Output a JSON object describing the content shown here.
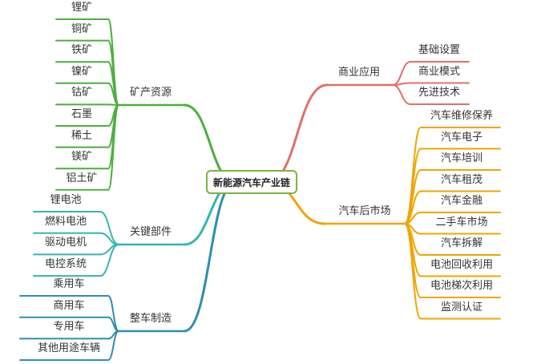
{
  "root": "新能源汽车产业链",
  "branches": [
    {
      "key": "minerals",
      "label": "矿产资源",
      "color": "#4caf3f",
      "items": [
        "锂矿",
        "铜矿",
        "铁矿",
        "镍矿",
        "钴矿",
        "石墨",
        "稀土",
        "镁矿",
        "铝土矿"
      ]
    },
    {
      "key": "components",
      "label": "关键部件",
      "color": "#35b5b0",
      "items": [
        "锂电池",
        "燃料电池",
        "驱动电机",
        "电控系统"
      ]
    },
    {
      "key": "vehicle",
      "label": "整车制造",
      "color": "#2e8fb0",
      "items": [
        "乘用车",
        "商用车",
        "专用车",
        "其他用途车辆"
      ]
    },
    {
      "key": "commercial",
      "label": "商业应用",
      "color": "#e0706a",
      "items": [
        "基础设置",
        "商业模式",
        "先进技术"
      ]
    },
    {
      "key": "aftermarket",
      "label": "汽车后市场",
      "color": "#f0a500",
      "items": [
        "汽车维修保养",
        "汽车电子",
        "汽车培训",
        "汽车租茂",
        "汽车金融",
        "二手车市场",
        "汽车拆解",
        "电池回收利用",
        "电池梯次利用",
        "监测认证"
      ]
    }
  ]
}
